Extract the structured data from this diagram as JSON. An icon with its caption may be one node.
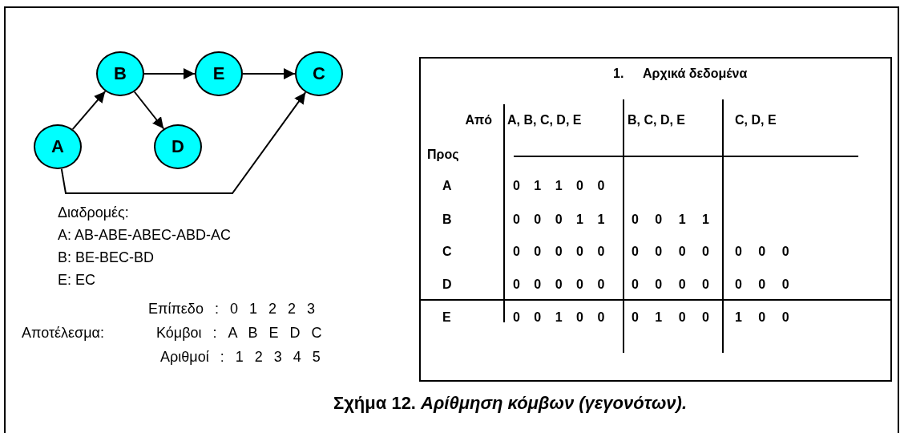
{
  "diagram": {
    "caption": "Σχήμα 12. *Αρίθμηση κόμβων (γεγονότων).*",
    "nodes": [
      {
        "text": [
          "B"
        ]
      },
      {
        "text": [
          "E"
        ]
      },
      {
        "text": [
          "C"
        ]
      },
      {
        "text": [
          "A"
        ]
      },
      {
        "text": [
          "D"
        ]
      }
    ],
    "edges": [
      {
        "from": 3,
        "to": 0,
        "arrow": "to"
      },
      {
        "from": 0,
        "to": 1,
        "arrow": "to"
      },
      {
        "from": 1,
        "to": 2,
        "arrow": "to"
      },
      {
        "from": 0,
        "to": 4,
        "arrow": "to"
      },
      {
        "from": 3,
        "to": 2,
        "arrow": "to"
      }
    ],
    "labels": [
      "Διαδρομές:",
      "A: AB-ABE-ABEC-ABD-AC",
      "B: BE-BEC-BD",
      "E: EC",
      "Επίπεδο : 0 1 2 2 3",
      "Αποτέλεσμα:",
      "Κόμβοι : A B E D C",
      "Αριθμοί : 1 2 3 4 5",
      "1.",
      "Αρχικά δεδομένα",
      "Από",
      "A, B, C, D, E",
      "B, C, D, E",
      "C, D, E",
      "Προς",
      "A",
      "0 1 1 0 0",
      "B",
      "0 0 0 1 1",
      "0 0 1 1",
      "C",
      "0 0 0 0 0",
      "0 0 0 0",
      "0 0 0",
      "D",
      "0 0 0 0 0",
      "0 0 0 0",
      "0 0 0",
      "E",
      "0 0 1 0 0",
      "0 1 0 0",
      "1 0 0"
    ]
  }
}
